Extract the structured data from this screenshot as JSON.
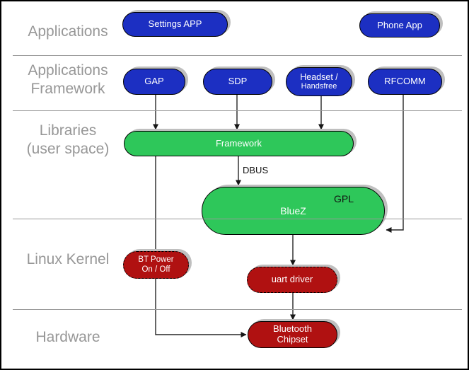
{
  "layers": {
    "applications": "Applications",
    "applications_framework": "Applications\nFramework",
    "libraries": "Libraries\n(user space)",
    "linux_kernel": "Linux Kernel",
    "hardware": "Hardware"
  },
  "nodes": {
    "settings_app": {
      "label": "Settings APP"
    },
    "phone_app": {
      "label": "Phone App"
    },
    "gap": {
      "label": "GAP"
    },
    "sdp": {
      "label": "SDP"
    },
    "headset_handsfree": {
      "line1": "Headset /",
      "line2": "Handsfree"
    },
    "rfcomm": {
      "label": "RFCOMM"
    },
    "framework": {
      "label": "Framework"
    },
    "bluez": {
      "label": "BlueZ",
      "license_tag": "GPL"
    },
    "bt_power": {
      "label": "BT Power\nOn / Off"
    },
    "uart_driver": {
      "label": "uart driver"
    },
    "bluetooth_chipset": {
      "label": "Bluetooth\nChipset"
    }
  },
  "edge_labels": {
    "dbus": "DBUS"
  },
  "colors": {
    "app_blue": "#1c2fc2",
    "library_green": "#2ec75a",
    "kernel_red": "#b01111",
    "shadow_gray": "#bfbfbf",
    "layer_label_gray": "#979797",
    "divider_gray": "#9a9a9a",
    "connector_black": "#262626",
    "pill_text_white": "#ffffff",
    "tag_text_black": "#111111"
  }
}
